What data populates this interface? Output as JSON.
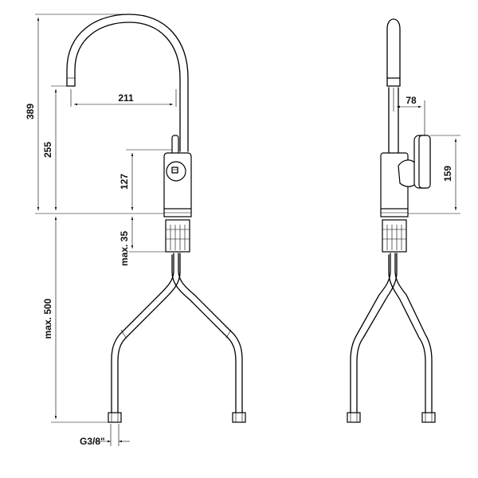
{
  "dimensions": {
    "spout_reach": "211",
    "total_height": "389",
    "spout_height": "255",
    "body_height": "127",
    "shank_length": "max. 35",
    "hose_length": "max. 500",
    "connection": "G3/8\"",
    "side_depth": "78",
    "lever_height": "159"
  }
}
